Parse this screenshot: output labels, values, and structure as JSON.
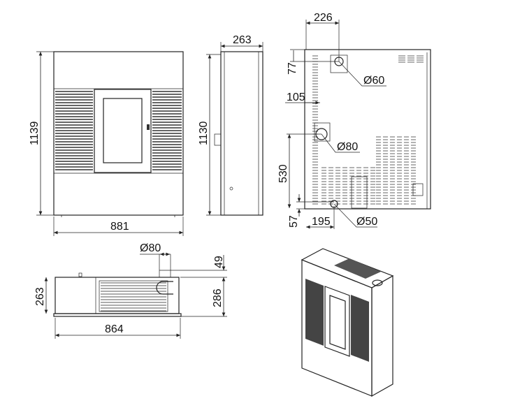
{
  "front_view": {
    "height_label": "1139",
    "width_label": "881"
  },
  "side_view": {
    "depth_label": "263",
    "height_label": "1130"
  },
  "rear_view": {
    "offset_226": "226",
    "offset_77": "77",
    "offset_105": "105",
    "height_530": "530",
    "height_57": "57",
    "offset_195": "195",
    "flue_diameter": "Ø60",
    "air_inlet_diameter": "Ø80",
    "drain_diameter": "Ø50"
  },
  "top_view": {
    "depth_label": "263",
    "width_label": "864",
    "total_depth_label": "286",
    "protrusion_label": "49",
    "duct_diameter": "Ø80"
  }
}
